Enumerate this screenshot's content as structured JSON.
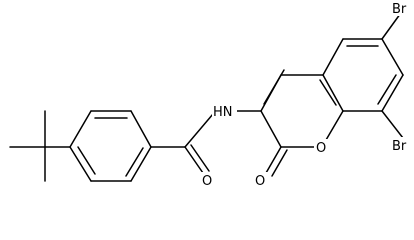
{
  "molecule": {
    "atoms": {
      "br_top": "Br",
      "br_bottom": "Br",
      "nh": "HN",
      "carbonyl_o_amide": "O",
      "carbonyl_o_lactone": "O",
      "ring_o": "O"
    }
  }
}
